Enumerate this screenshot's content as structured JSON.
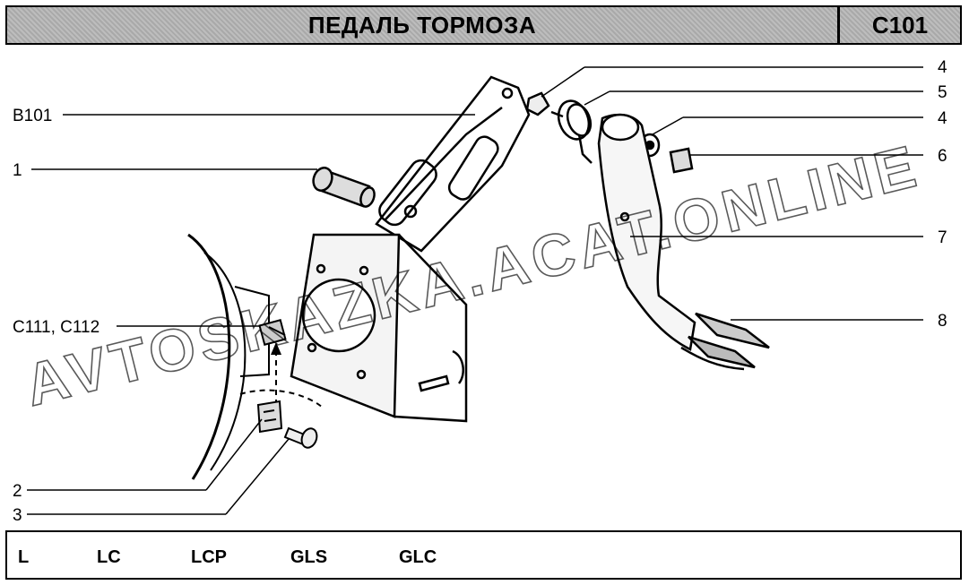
{
  "header": {
    "title": "ПЕДАЛЬ ТОРМОЗА",
    "code": "C101"
  },
  "callouts": {
    "b101": "B101",
    "p1": "1",
    "p2": "2",
    "p3": "3",
    "p4a": "4",
    "p4b": "4",
    "p5": "5",
    "p6": "6",
    "p7": "7",
    "p8": "8",
    "c111": "C111, C112"
  },
  "watermark": "AVTOSKAZKA.ACAT.ONLINE",
  "footer": {
    "variants": [
      "L",
      "LC",
      "LCP",
      "GLS",
      "GLC"
    ]
  }
}
